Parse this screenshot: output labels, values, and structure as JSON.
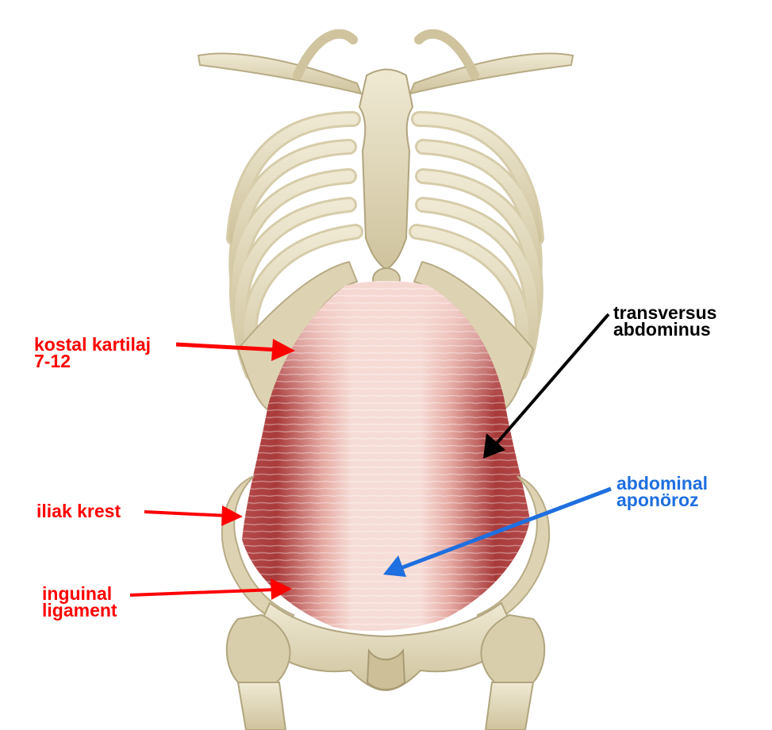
{
  "labels": {
    "kostal": {
      "line1": "kostal kartilaj",
      "line2": "7-12",
      "color": "#ff0000"
    },
    "iliak": {
      "line1": "iliak krest",
      "color": "#ff0000"
    },
    "inguinal": {
      "line1": "inguinal",
      "line2": "ligament",
      "color": "#ff0000"
    },
    "transversus": {
      "line1": "transversus",
      "line2": "abdominus",
      "color": "#000000"
    },
    "aponoroz": {
      "line1": "abdominal",
      "line2": "aponöroz",
      "color": "#1e6fe0"
    }
  },
  "colors": {
    "bone": "#e4dcc0",
    "bone_shadow": "#b9ad86",
    "muscle_light": "#f3d3cd",
    "muscle_dark": "#a83a3a",
    "arrow_red": "#ff0000",
    "arrow_black": "#000000",
    "arrow_blue": "#1e6fe0"
  }
}
